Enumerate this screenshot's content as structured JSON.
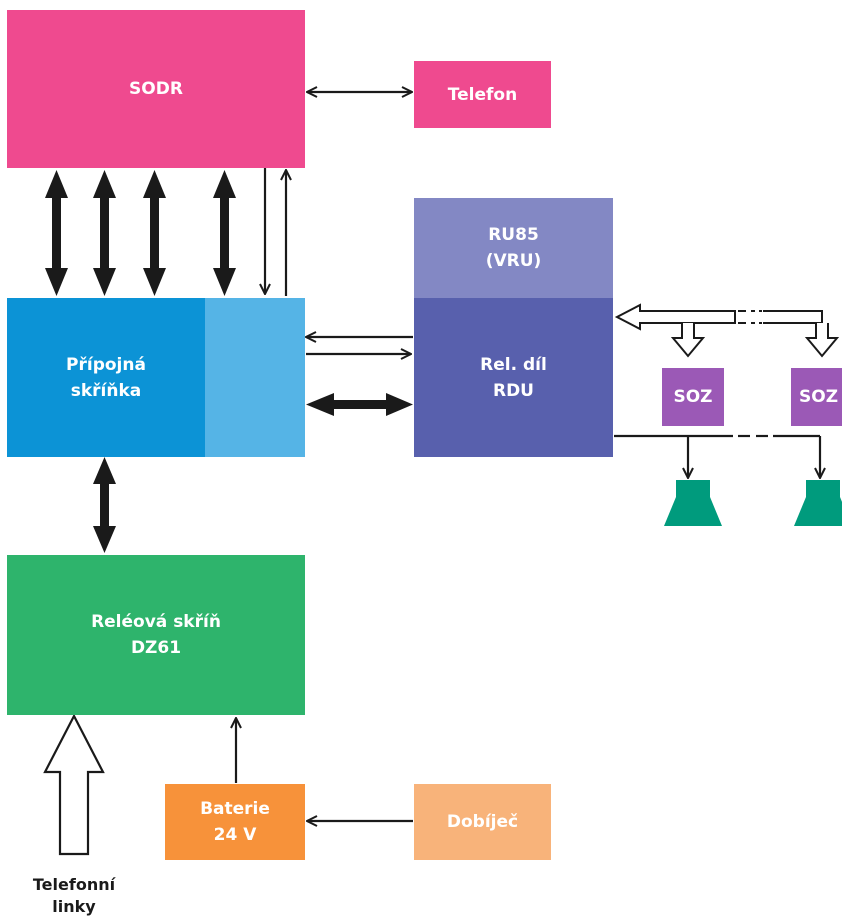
{
  "blocks": {
    "sodr": "SODR",
    "telefon": "Telefon",
    "ru85": "RU85\n(VRU)",
    "rel_dil": "Rel. díl\nRDU",
    "pripojna": "Přípojná\nskříňka",
    "soz_1": "SOZ",
    "soz_2": "SOZ",
    "releova": "Reléová skříň\nDZ61",
    "baterie": "Baterie\n24 V",
    "dobijec": "Dobíječ"
  },
  "input_label": "Telefonní\nlinky",
  "colors": {
    "sodr": "#ef4a8f",
    "telefon": "#ef4a8f",
    "ru85": "#8388c4",
    "rel_dil": "#5860ad",
    "pripojna": "#0c93d6",
    "pripojna_right": "#55b4e6",
    "soz": "#9b59b6",
    "speaker": "#009b7d",
    "releova": "#2eb46c",
    "baterie": "#f7923a",
    "dobijec": "#f8b37a",
    "line": "#1a1a1a"
  }
}
